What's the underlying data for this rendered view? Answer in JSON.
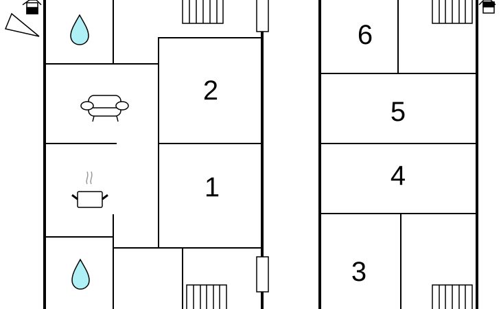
{
  "floorplan": {
    "rooms": [
      {
        "label": "1"
      },
      {
        "label": "2"
      },
      {
        "label": "3"
      },
      {
        "label": "4"
      },
      {
        "label": "5"
      },
      {
        "label": "6"
      }
    ],
    "icons": [
      "bathroom-drop-icon",
      "sofa-icon",
      "kitchen-pot-icon",
      "stairs-icon",
      "window-icon",
      "entrance-door-icon",
      "compass-triangle-icon"
    ],
    "colors": {
      "wall": "#000000",
      "water": "#aef0f5",
      "steam": "#999999"
    }
  }
}
